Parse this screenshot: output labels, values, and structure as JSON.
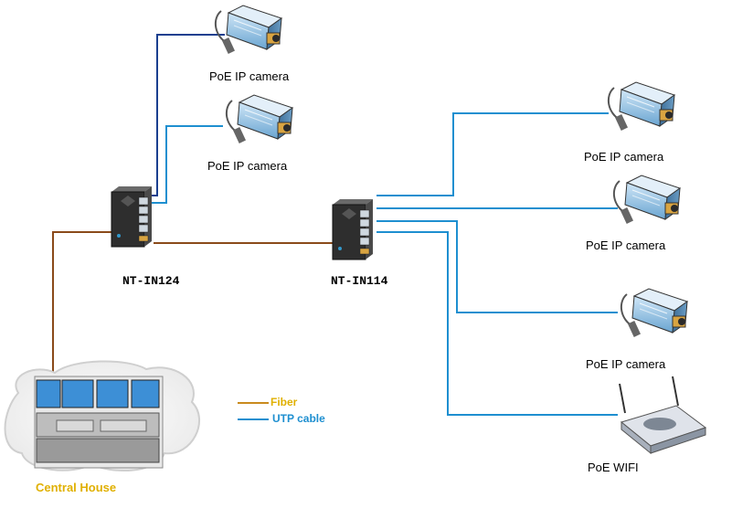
{
  "devices": {
    "camera_label": "PoE IP camera",
    "wifi_label": "PoE WIFI",
    "switch_left": "NT-IN124",
    "switch_right": "NT-IN114",
    "central_house": "Central House"
  },
  "legend": {
    "fiber": "Fiber",
    "utp": "UTP cable"
  },
  "colors": {
    "fiber": "#8a4a1a",
    "utp": "#1e8fd0",
    "utp_dark": "#1a3f8f",
    "legend_fiber": "#e0b000",
    "legend_utp": "#1e8fd0"
  }
}
